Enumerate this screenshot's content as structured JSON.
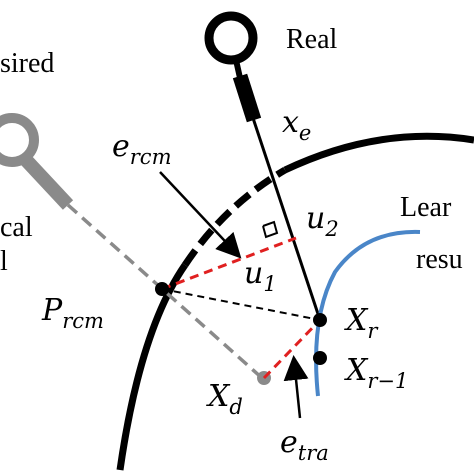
{
  "labels": {
    "desired": "sired",
    "real": "Real",
    "learned_1": "Lear",
    "learned_2": "resu",
    "virtual_1": "cal",
    "virtual_2": "l",
    "x_e": {
      "base": "x",
      "sub": "e"
    },
    "e_rcm": {
      "base": "e",
      "sub": "rcm"
    },
    "u_2": {
      "base": "u",
      "sub": "2"
    },
    "u_1": {
      "base": "u",
      "sub": "1"
    },
    "p_rcm": {
      "base": "P",
      "sub": "rcm"
    },
    "x_r": {
      "base": "X",
      "sub": "r"
    },
    "x_r_minus_1": {
      "base": "X",
      "sub": "r−1"
    },
    "x_d": {
      "base": "X",
      "sub": "d"
    },
    "e_tra": {
      "base": "e",
      "sub": "tra"
    }
  },
  "colors": {
    "ink": "#000000",
    "grey_instrument": "#8a8a8a",
    "error_dashed": "#e02020",
    "learned_curve": "#4a86c8"
  }
}
